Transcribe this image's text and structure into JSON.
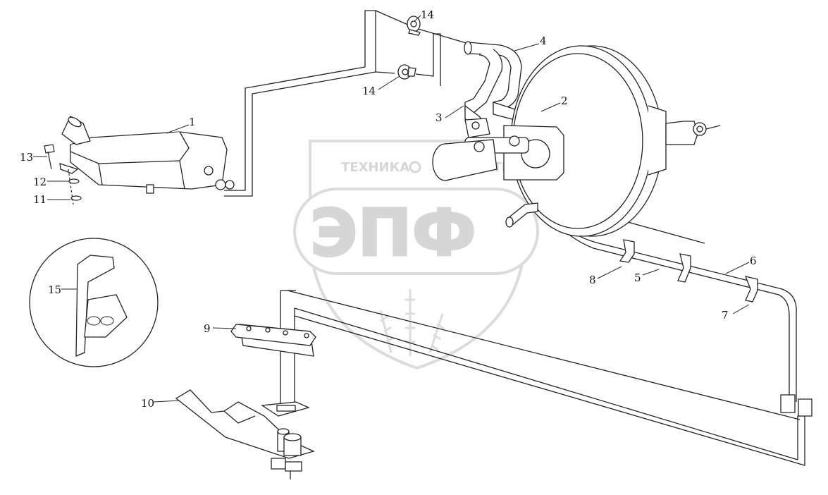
{
  "watermark": {
    "line1_left": "ТЕХНИКА",
    "line1_right": "ЗАПЧАСТИ",
    "logo": "ЭПФ"
  },
  "parts": [
    {
      "num": "1",
      "name": "reservoir"
    },
    {
      "num": "2",
      "name": "master-cylinder-fitting"
    },
    {
      "num": "3",
      "name": "hose-elbow"
    },
    {
      "num": "4",
      "name": "vacuum-hose"
    },
    {
      "num": "5",
      "name": "brake-line"
    },
    {
      "num": "6",
      "name": "brake-line"
    },
    {
      "num": "7",
      "name": "line-clip"
    },
    {
      "num": "8",
      "name": "line-clip"
    },
    {
      "num": "9",
      "name": "pedal-pad"
    },
    {
      "num": "10",
      "name": "pedal-bracket"
    },
    {
      "num": "11",
      "name": "washer"
    },
    {
      "num": "12",
      "name": "washer"
    },
    {
      "num": "13",
      "name": "bolt"
    },
    {
      "num": "14",
      "name": "hose-clamp"
    },
    {
      "num": "15",
      "name": "clip-detail"
    }
  ],
  "labels": {
    "l1": "1",
    "l2": "2",
    "l3": "3",
    "l4": "4",
    "l5": "5",
    "l6": "6",
    "l7": "7",
    "l8": "8",
    "l9": "9",
    "l10": "10",
    "l11": "11",
    "l12": "12",
    "l13": "13",
    "l14a": "14",
    "l14b": "14",
    "l15": "15"
  }
}
